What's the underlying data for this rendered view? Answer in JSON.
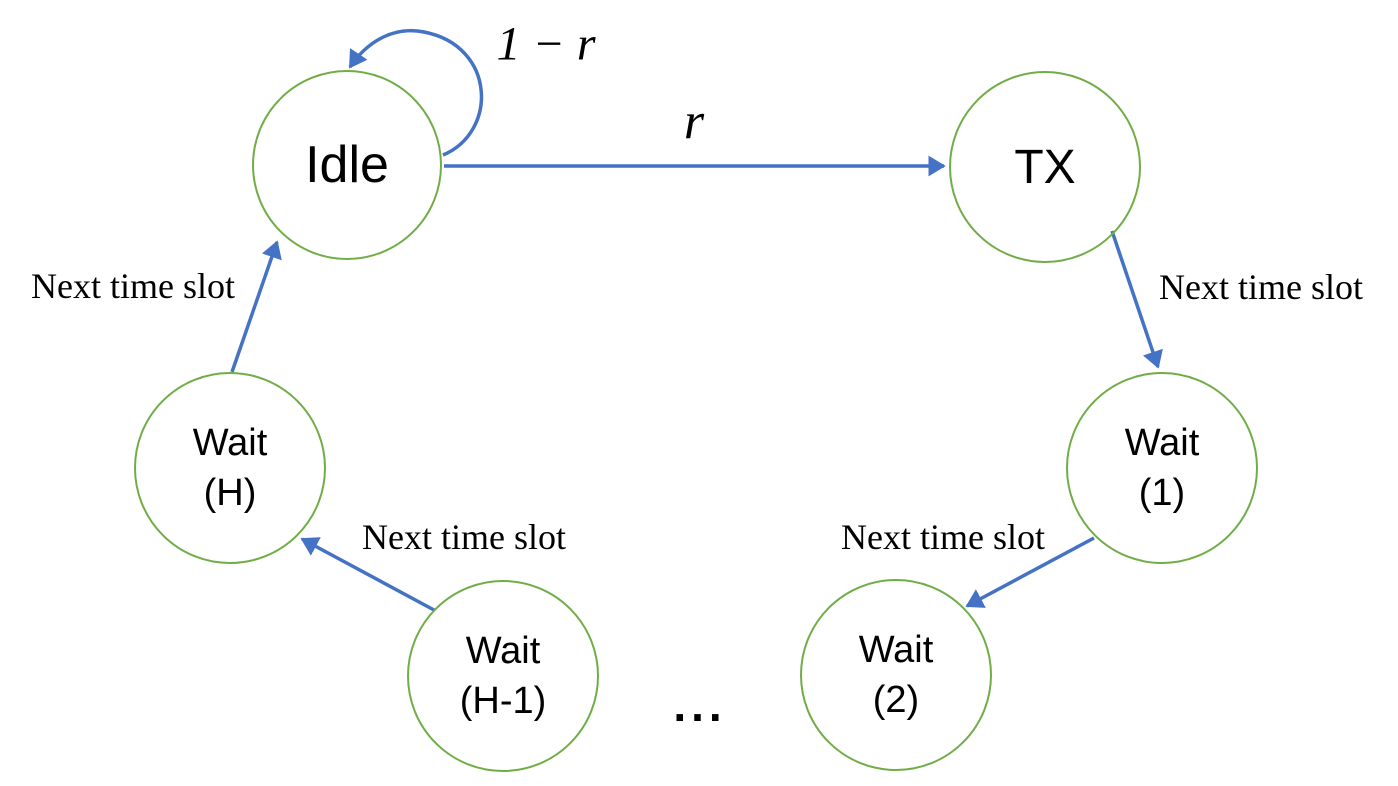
{
  "diagram": {
    "type": "state-machine",
    "colors": {
      "node_stroke": "#70AD47",
      "arrow": "#4472C4",
      "text": "#000000",
      "background": "#FFFFFF"
    },
    "states": {
      "idle": {
        "label": "Idle"
      },
      "tx": {
        "label": "TX"
      },
      "wait1": {
        "line1": "Wait",
        "line2": "(1)"
      },
      "wait2": {
        "line1": "Wait",
        "line2": "(2)"
      },
      "waitH": {
        "line1": "Wait",
        "line2": "(H)"
      },
      "waitHm1": {
        "line1": "Wait",
        "line2": "(H-1)"
      }
    },
    "transitions": {
      "idle_self": {
        "from": "Idle",
        "to": "Idle",
        "label": "1 − r"
      },
      "idle_tx": {
        "from": "Idle",
        "to": "TX",
        "label": "r"
      },
      "tx_wait1": {
        "from": "TX",
        "to": "Wait (1)",
        "label": "Next time slot"
      },
      "wait1_wait2": {
        "from": "Wait (1)",
        "to": "Wait (2)",
        "label": "Next time slot"
      },
      "waitHm1_waitH": {
        "from": "Wait (H-1)",
        "to": "Wait (H)",
        "label": "Next time slot"
      },
      "waitH_idle": {
        "from": "Wait (H)",
        "to": "Idle",
        "label": "Next time slot"
      }
    },
    "ellipsis": "..."
  }
}
